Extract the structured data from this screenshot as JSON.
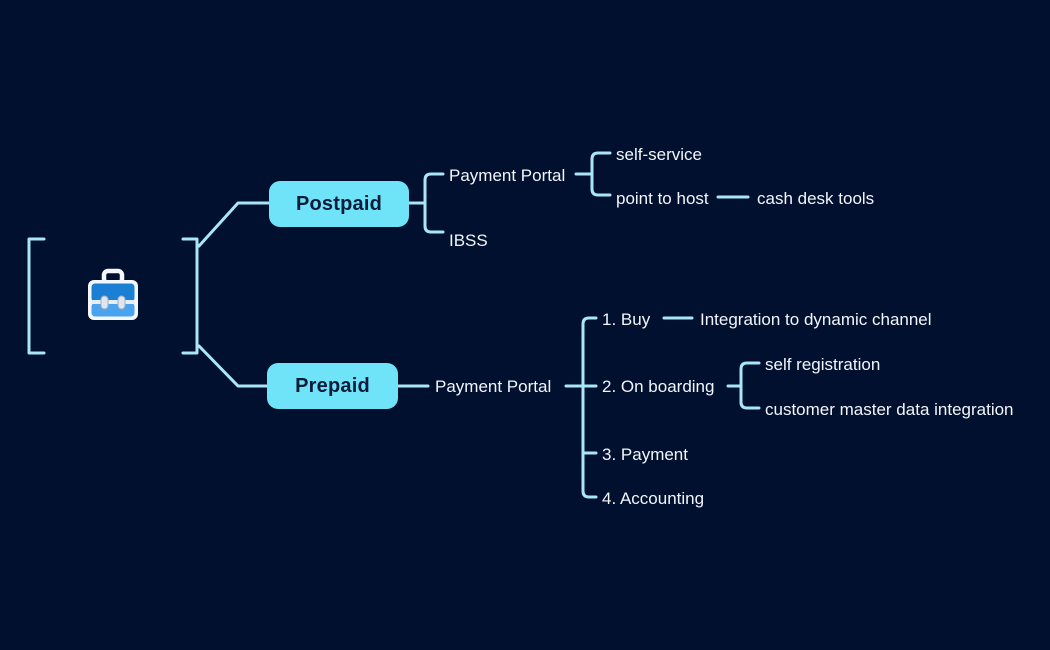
{
  "diagram": {
    "type": "mindmap",
    "title": "",
    "background_color": "#00102e",
    "line_color": "#a9e6f7",
    "node_fill_color": "#6fe4f8",
    "node_text_color": "#0b1b3a",
    "leaf_text_color": "#f2f6fb",
    "root": {
      "icon": "briefcase-icon",
      "label": ""
    },
    "branches": [
      {
        "id": "postpaid",
        "label": "Postpaid",
        "style": "box",
        "children": [
          {
            "id": "postpaid-payment-portal",
            "label": "Payment Portal",
            "children": [
              {
                "id": "self-service",
                "label": "self-service",
                "children": []
              },
              {
                "id": "point-to-host",
                "label": "point to host",
                "children": [
                  {
                    "id": "cash-desk-tools",
                    "label": "cash desk tools",
                    "children": []
                  }
                ]
              }
            ]
          },
          {
            "id": "ibss",
            "label": "IBSS",
            "children": []
          }
        ]
      },
      {
        "id": "prepaid",
        "label": "Prepaid",
        "style": "box",
        "children": [
          {
            "id": "prepaid-payment-portal",
            "label": "Payment Portal",
            "children": [
              {
                "id": "buy",
                "label": "1. Buy",
                "children": [
                  {
                    "id": "integration-dynamic-channel",
                    "label": "Integration to dynamic channel",
                    "children": []
                  }
                ]
              },
              {
                "id": "on-boarding",
                "label": "2. On boarding",
                "children": [
                  {
                    "id": "self-registration",
                    "label": "self registration",
                    "children": []
                  },
                  {
                    "id": "customer-master-data-integration",
                    "label": "customer master data integration",
                    "children": []
                  }
                ]
              },
              {
                "id": "payment",
                "label": "3. Payment",
                "children": []
              },
              {
                "id": "accounting",
                "label": "4. Accounting",
                "children": []
              }
            ]
          }
        ]
      }
    ]
  },
  "labels": {
    "postpaid": "Postpaid",
    "prepaid": "Prepaid",
    "payment_portal_top": "Payment Portal",
    "ibss": "IBSS",
    "self_service": "self-service",
    "point_to_host": "point to host",
    "cash_desk_tools": "cash desk tools",
    "payment_portal_bottom": "Payment Portal",
    "buy": "1. Buy",
    "integration": "Integration to dynamic channel",
    "on_boarding": "2. On boarding",
    "self_registration": "self registration",
    "customer_master": "customer master data integration",
    "payment": "3. Payment",
    "accounting": "4. Accounting"
  }
}
